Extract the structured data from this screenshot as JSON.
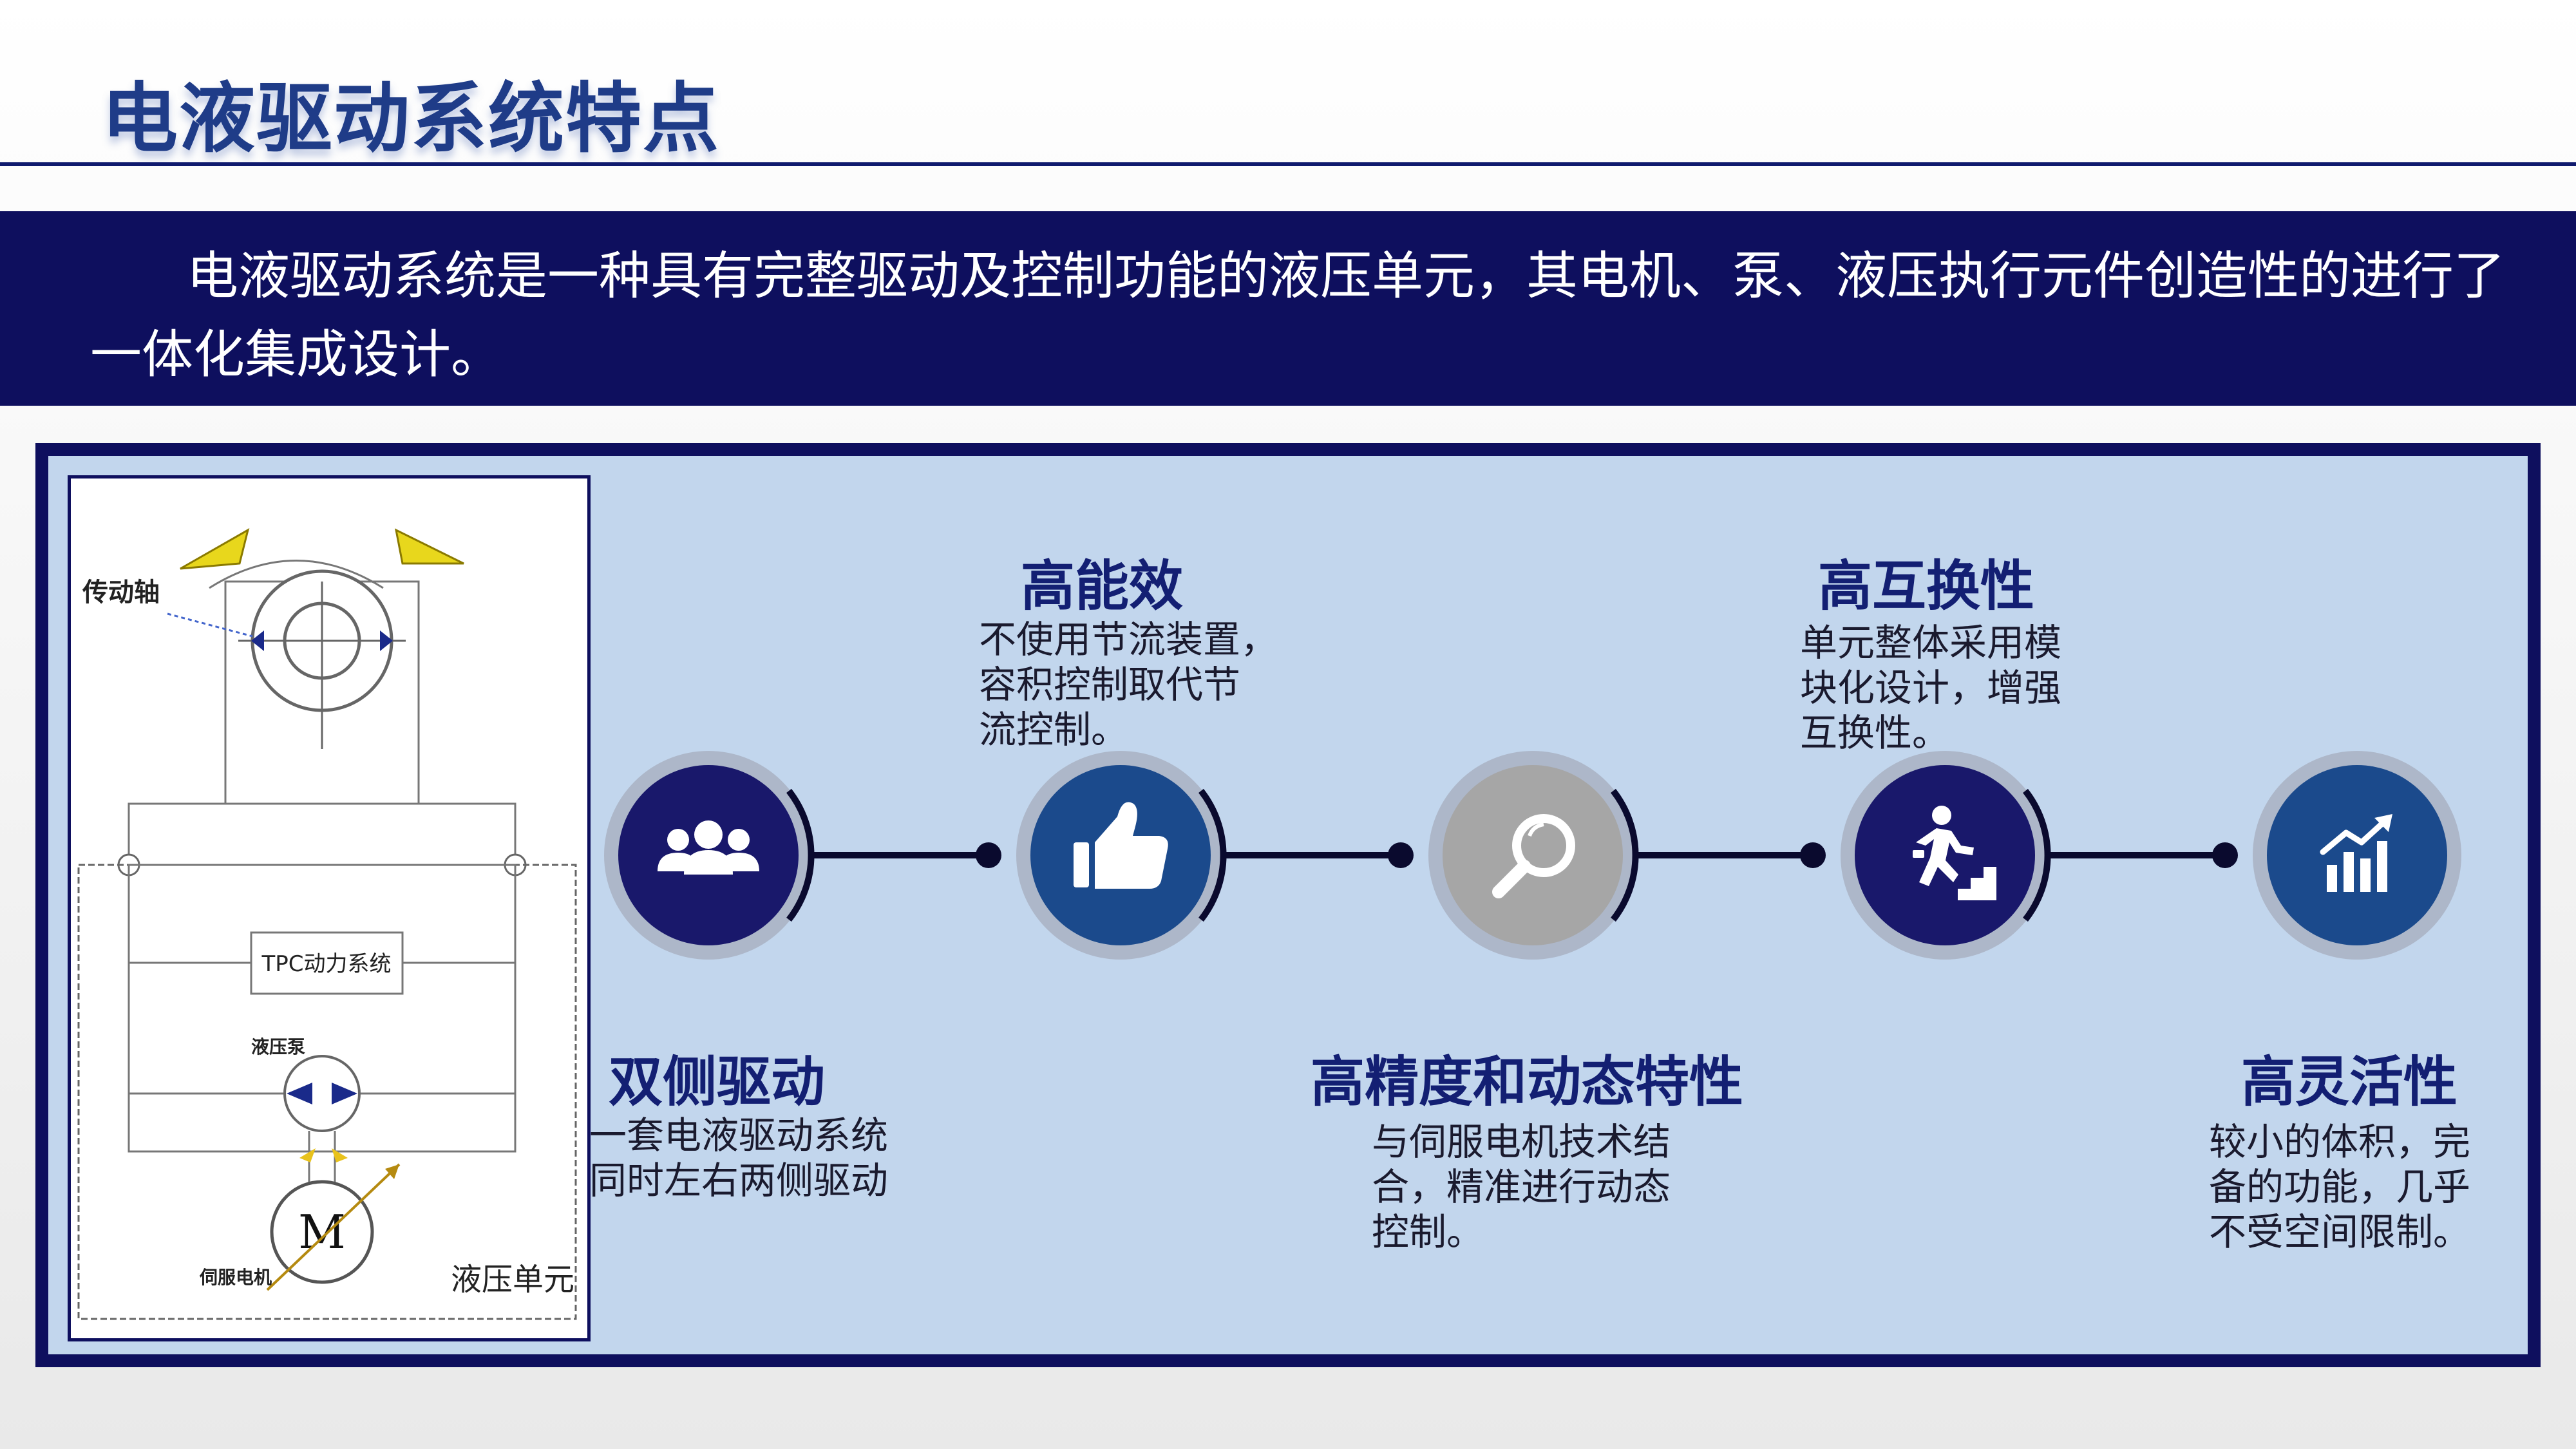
{
  "slide": {
    "title": "电液驱动系统特点",
    "intro": "电液驱动系统是一种具有完整驱动及控制功能的液压单元，其电机、泵、液压执行元件创造性的进行了一体化集成设计。"
  },
  "diagram": {
    "label_shaft": "传动轴",
    "label_tpc": "TPC动力系统",
    "label_pump": "液压泵",
    "label_motor_symbol": "M",
    "label_servo": "伺服电机",
    "label_unit": "液压单元"
  },
  "features": [
    {
      "icon": "users-icon",
      "title": "双侧驱动",
      "desc": "一套电液驱动系统\n同时左右两侧驱动"
    },
    {
      "icon": "thumbs-up-icon",
      "title": "高能效",
      "desc": "不使用节流装置，\n容积控制取代节\n流控制。"
    },
    {
      "icon": "magnifier-icon",
      "title": "高精度和动态特性",
      "desc": "与伺服电机技术结\n合，精准进行动态\n控制。"
    },
    {
      "icon": "runner-stairs-icon",
      "title": "高互换性",
      "desc": "单元整体采用模\n块化设计，增强\n互换性。"
    },
    {
      "icon": "growth-chart-icon",
      "title": "高灵活性",
      "desc": "较小的体积，完\n备的功能，几乎\n不受空间限制。"
    }
  ],
  "colors": {
    "navy": "#0e0f5e",
    "panel": "#c2d6ed",
    "circle_navy": "#19186b",
    "circle_blue": "#1b4a8c",
    "circle_gray": "#a6a6a6",
    "title_blue": "#1f3c88"
  }
}
